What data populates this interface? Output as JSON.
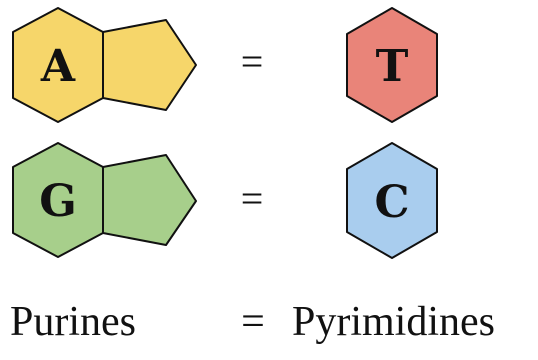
{
  "bases": {
    "adenine": {
      "letter": "A",
      "color": "#f6d66a"
    },
    "thymine": {
      "letter": "T",
      "color": "#e98479"
    },
    "guanine": {
      "letter": "G",
      "color": "#a7cf8b"
    },
    "cytosine": {
      "letter": "C",
      "color": "#a9cdee"
    }
  },
  "equals_sign": "=",
  "labels": {
    "left": "Purines",
    "equals": "=",
    "right": "Pyrimidines"
  }
}
